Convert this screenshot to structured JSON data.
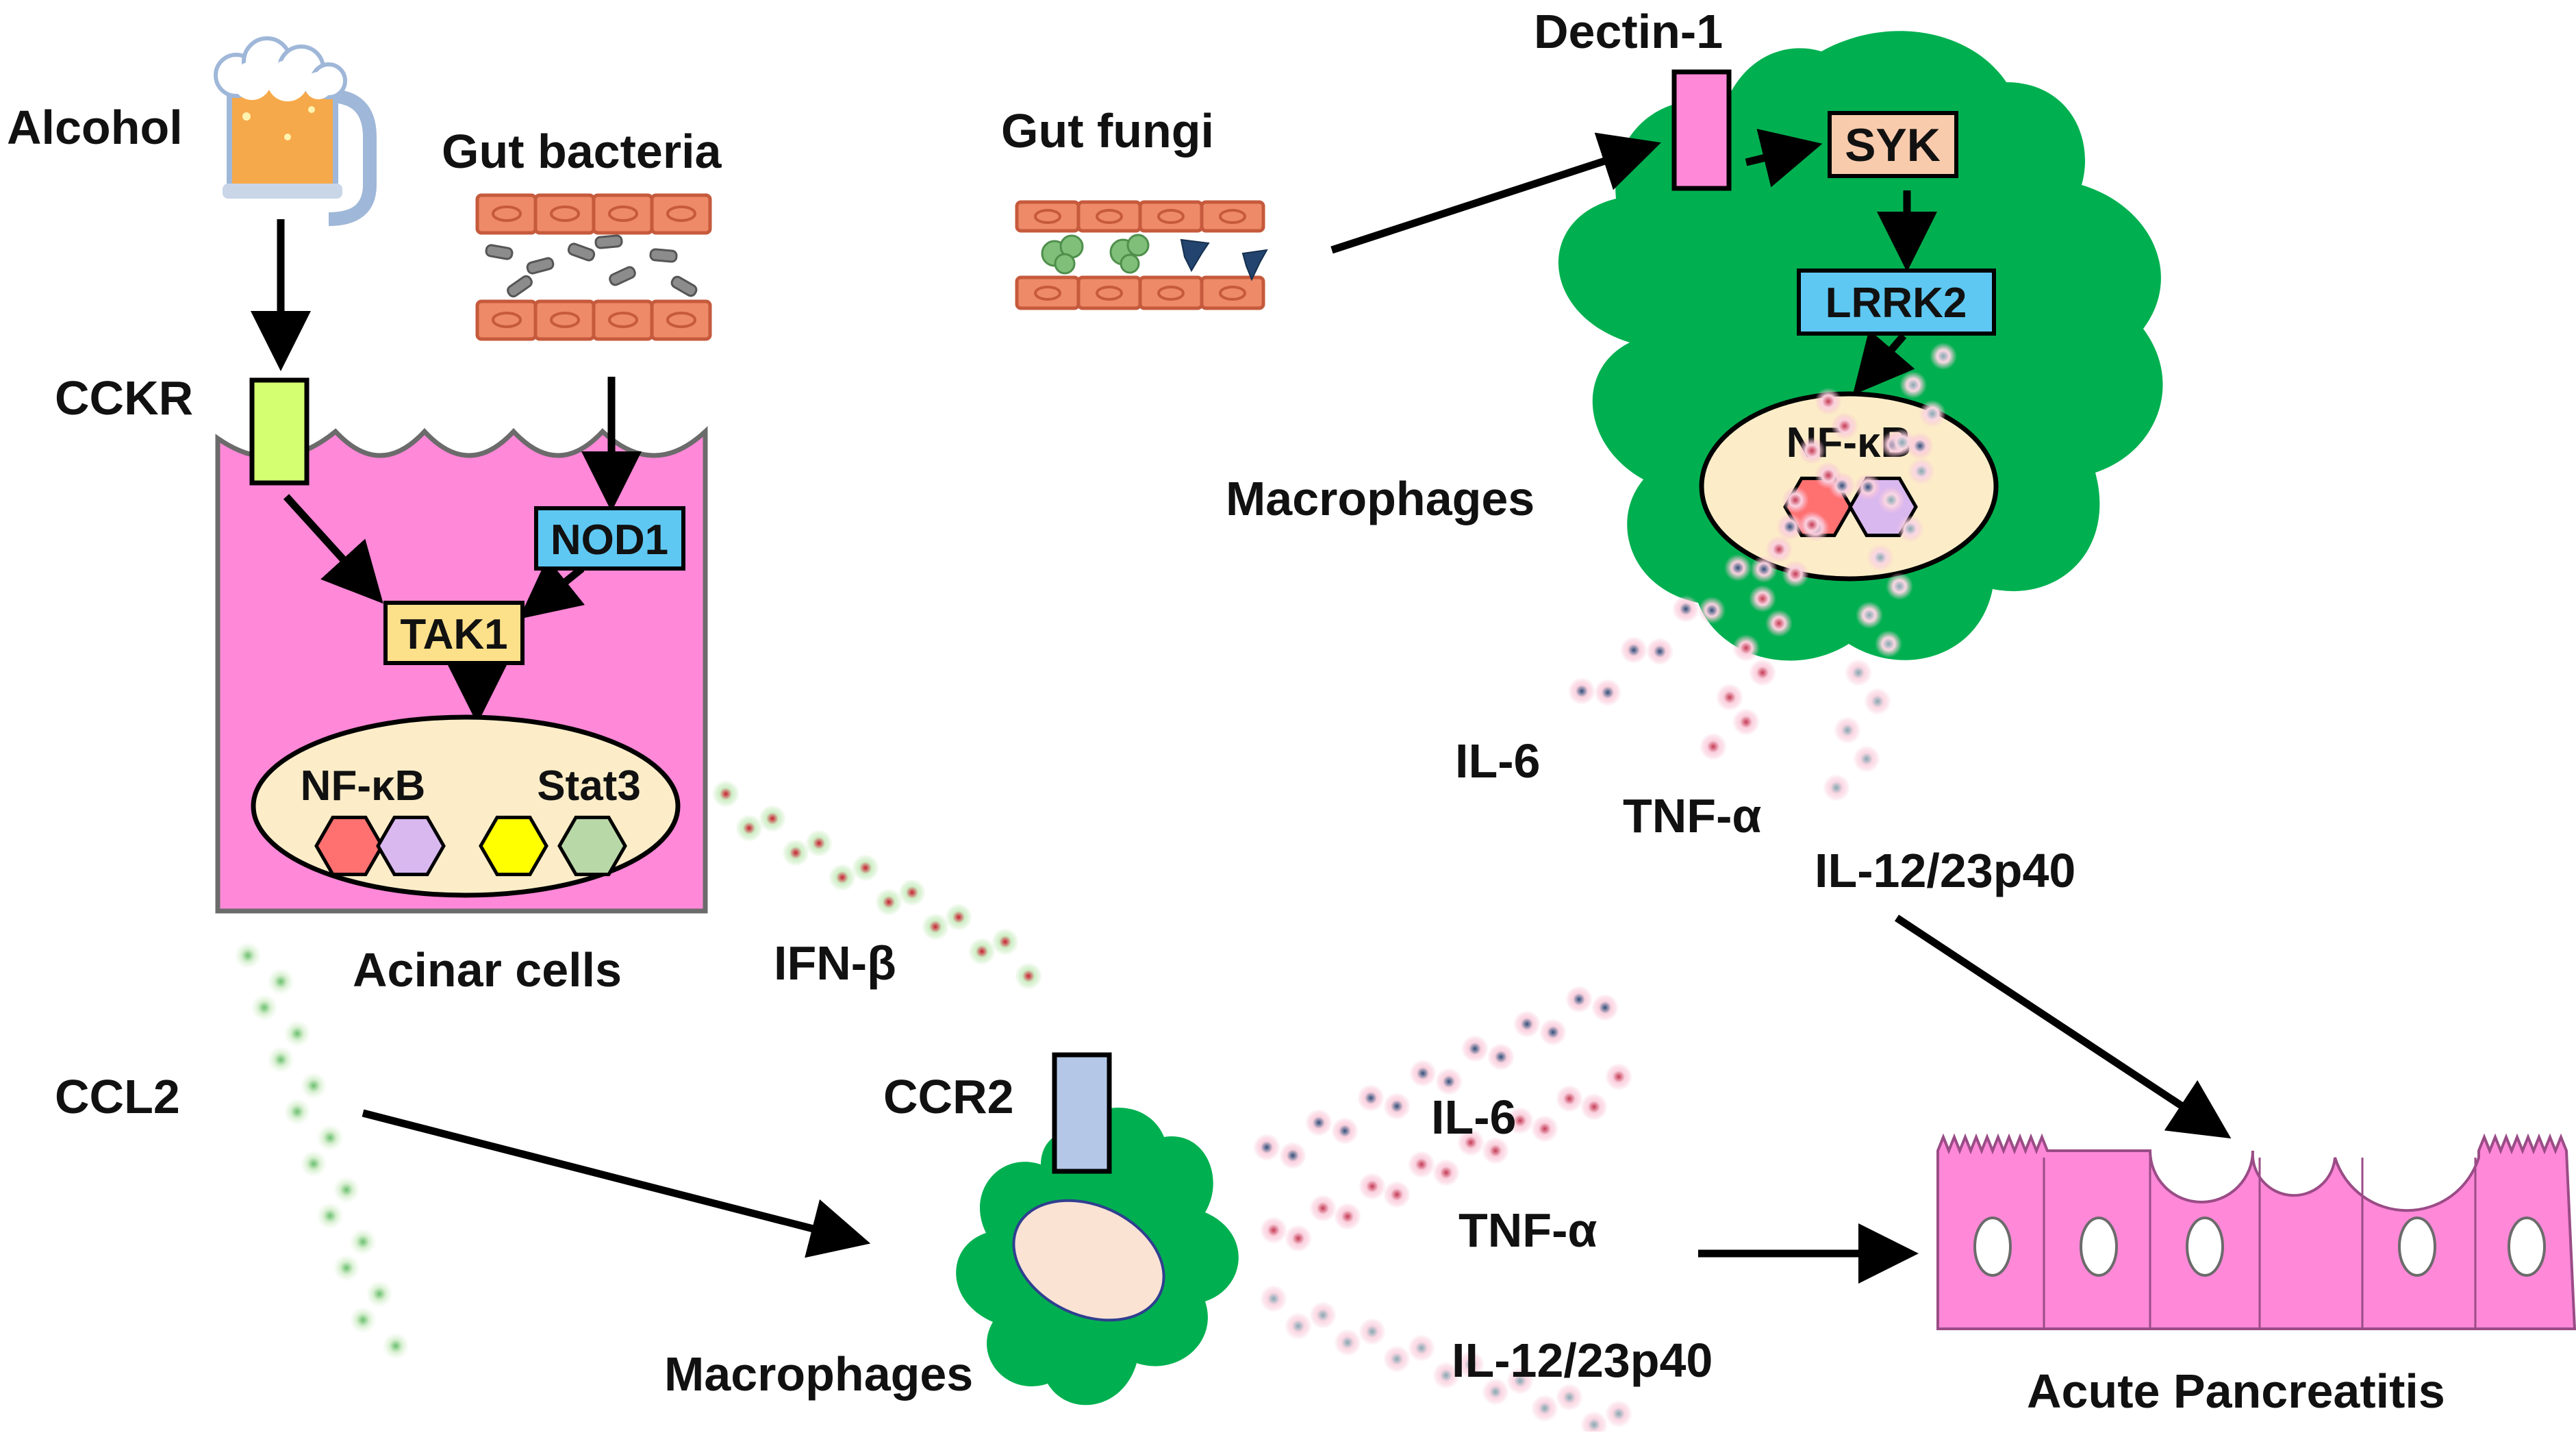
{
  "inputs": {
    "alcohol": "Alcohol",
    "gut_bacteria": "Gut bacteria",
    "gut_fungi": "Gut fungi"
  },
  "acinar": {
    "receptor": "CCKR",
    "nod1": "NOD1",
    "tak1": "TAK1",
    "nfkb": "NF-κB",
    "stat3": "Stat3",
    "cell_label": "Acinar cells",
    "ifn": "IFN-β",
    "ccl2": "CCL2"
  },
  "macrophage_top": {
    "receptor": "Dectin-1",
    "syk": "SYK",
    "lrrk2": "LRRK2",
    "nfkb": "NF-κB",
    "label": "Macrophages",
    "cytokines": [
      "IL-6",
      "TNF-α",
      "IL-12/23p40"
    ]
  },
  "macrophage_bottom": {
    "receptor": "CCR2",
    "label": "Macrophages",
    "cytokines": [
      "IL-6",
      "TNF-α",
      "IL-12/23p40"
    ]
  },
  "outcome": {
    "label": "Acute Pancreatitis"
  },
  "colors": {
    "acinar_cell": "#ff88d8",
    "macrophage": "#00b050",
    "nucleus": "#fcedc8",
    "receptor_cckr": "#d4ff70",
    "receptor_dectin": "#ff88d8",
    "receptor_ccr2": "#b4c7e7",
    "nod1_lrrk2": "#5ec8f2",
    "tak1": "#fde08a",
    "syk": "#f8cbad",
    "nfkb_red": "#ff7070",
    "nfkb_purple": "#d9b8f0",
    "stat3_yellow": "#ffff00",
    "stat3_green": "#b8d8a8"
  }
}
